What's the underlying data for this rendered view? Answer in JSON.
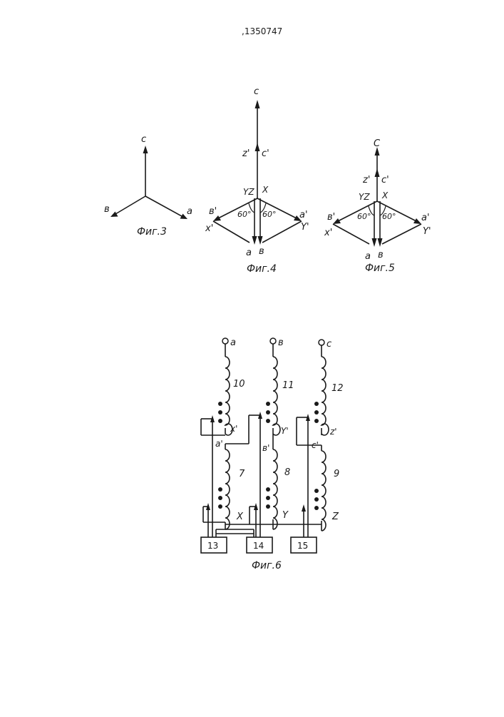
{
  "page_number": ",1350747",
  "fig3": {
    "caption": "Фиг.3",
    "labels": {
      "c": "c",
      "b": "в",
      "a": "a"
    }
  },
  "fig4": {
    "caption": "Фиг.4",
    "labels": {
      "c": "c",
      "z_prime": "z'",
      "c_prime": "c'",
      "yz": "YZ",
      "x": "X",
      "b_prime": "в'",
      "x_prime": "x'",
      "a_prime": "a'",
      "y_prime": "Y'",
      "angle_left": "60°",
      "angle_right": "60°",
      "a": "a",
      "b": "в"
    }
  },
  "fig5": {
    "caption": "Фиг.5",
    "labels": {
      "c": "C",
      "z_prime": "z'",
      "c_prime": "c'",
      "yz": "YZ",
      "x": "X",
      "b_prime": "в'",
      "x_prime": "x'",
      "a_prime": "a'",
      "y_prime": "Y'",
      "angle_left": "60°",
      "angle_right": "60°",
      "a": "a",
      "b": "в"
    }
  },
  "fig6": {
    "caption": "Фиг.6",
    "terminals": {
      "a": "a",
      "b": "в",
      "c": "c"
    },
    "coils": {
      "c10": "10",
      "c11": "11",
      "c12": "12",
      "c7": "7",
      "c8": "8",
      "c9": "9"
    },
    "taps": {
      "x_prime": "x'",
      "y_prime": "Y'",
      "z_prime": "z'",
      "a_prime": "a'",
      "b_prime": "в'",
      "c_prime": "c'",
      "x": "X",
      "y": "Y",
      "z": "Z"
    },
    "blocks": {
      "b13": "13",
      "b14": "14",
      "b15": "15"
    }
  }
}
